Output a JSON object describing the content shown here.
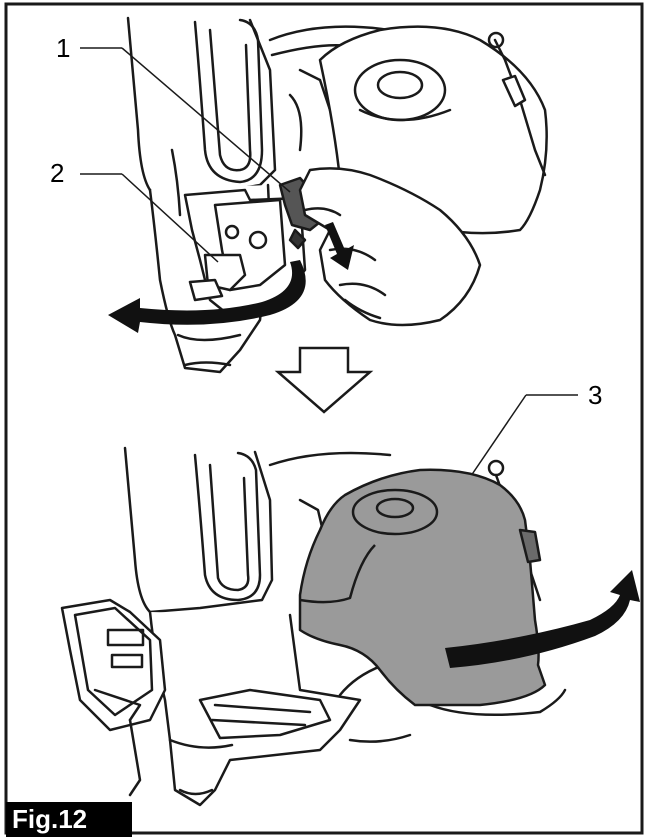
{
  "figure": {
    "label": "Fig.12",
    "callouts": {
      "c1": "1",
      "c2": "2",
      "c3": "3"
    },
    "colors": {
      "line": "#1a1a1a",
      "magazine_fill": "#9a9a9a",
      "arrow": "#111111",
      "tag_bg": "#000000",
      "tag_text": "#ffffff"
    }
  }
}
